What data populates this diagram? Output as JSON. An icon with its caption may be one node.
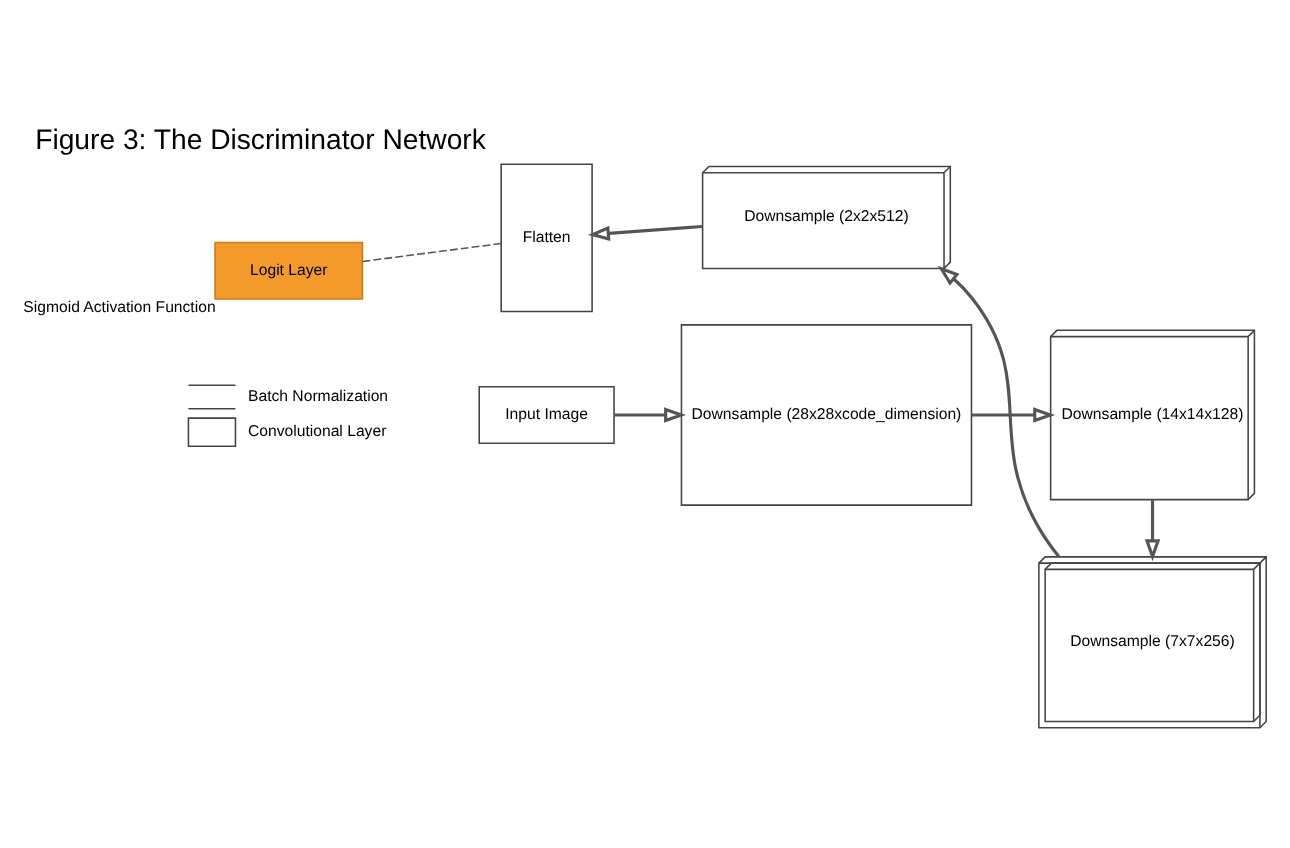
{
  "diagram": {
    "title": "Figure 3: The Discriminator Network",
    "nodes": [
      {
        "text": [
          "Input Image"
        ]
      },
      {
        "text": [
          "Downsample (28x28xcode_dimension)"
        ]
      },
      {
        "text": [
          "Downsample (14x14x128)"
        ]
      },
      {
        "text": [
          "Downsample (7x7x256)"
        ]
      },
      {
        "text": [
          "Downsample (2x2x512)"
        ]
      },
      {
        "text": [
          "Flatten"
        ]
      },
      {
        "text": [
          "Logit Layer"
        ],
        "beside": [
          "Sigmoid Activation Function"
        ]
      }
    ],
    "edges": [
      {
        "from": 0,
        "to": 1,
        "arrow": "to"
      },
      {
        "from": 1,
        "to": 2,
        "arrow": "to"
      },
      {
        "from": 2,
        "to": 3,
        "arrow": "to"
      },
      {
        "from": 3,
        "to": 4,
        "arrow": "to"
      },
      {
        "from": 4,
        "to": 5,
        "arrow": "to"
      },
      {
        "from": 5,
        "to": 6,
        "arrow": "none",
        "style": "dashed"
      }
    ],
    "legend": [
      {
        "text": "Batch Normalization"
      },
      {
        "text": "Convolutional Layer"
      }
    ]
  }
}
